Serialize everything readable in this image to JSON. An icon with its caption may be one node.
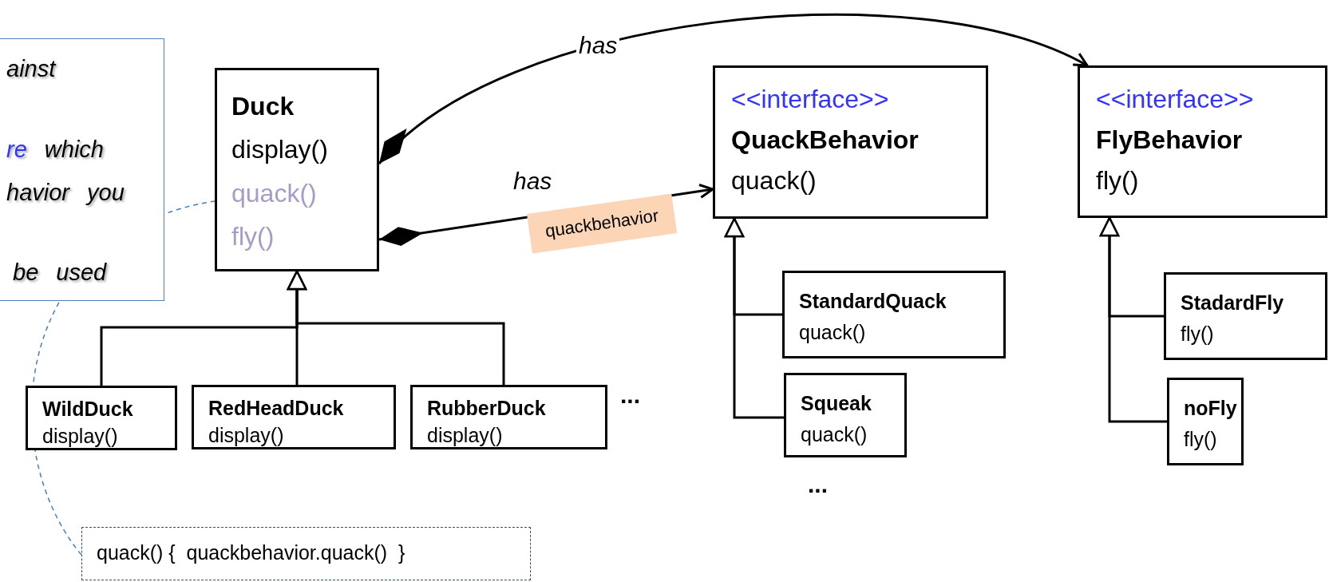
{
  "diagram": {
    "nodes": [
      {
        "text": [
          "ainst",
          "re which",
          "havior you",
          "be used"
        ]
      },
      {
        "text": [
          "Duck",
          "display()",
          "quack()",
          "fly()"
        ]
      },
      {
        "text": [
          "<<interface>>",
          "QuackBehavior",
          "quack()"
        ]
      },
      {
        "text": [
          "<<interface>>",
          "FlyBehavior",
          "fly()"
        ]
      },
      {
        "text": [
          "WildDuck",
          "display()"
        ]
      },
      {
        "text": [
          "RedHeadDuck",
          "display()"
        ]
      },
      {
        "text": [
          "RubberDuck",
          "display()"
        ]
      },
      {
        "text": [
          "StandardQuack",
          "quack()"
        ]
      },
      {
        "text": [
          "Squeak",
          "quack()"
        ]
      },
      {
        "text": [
          "StadardFly",
          "fly()"
        ]
      },
      {
        "text": [
          "noFly",
          "fly()"
        ]
      },
      {
        "text": [
          "quack() {  quackbehavior.quack()  }"
        ]
      }
    ],
    "edges": [
      {
        "from": 1,
        "to": 3,
        "arrow": "to",
        "label": "has"
      },
      {
        "from": 1,
        "to": 2,
        "arrow": "to",
        "label": "has"
      },
      {
        "from": 4,
        "to": 1,
        "arrow": "to"
      },
      {
        "from": 5,
        "to": 1,
        "arrow": "to"
      },
      {
        "from": 6,
        "to": 1,
        "arrow": "to"
      },
      {
        "from": 7,
        "to": 2,
        "arrow": "to"
      },
      {
        "from": 8,
        "to": 2,
        "arrow": "to"
      },
      {
        "from": 9,
        "to": 3,
        "arrow": "to"
      },
      {
        "from": 10,
        "to": 3,
        "arrow": "to"
      },
      {
        "from": 11,
        "to": 1,
        "arrow": "none",
        "style": "dashed",
        "color": "#4a7ebf"
      }
    ],
    "labels": [
      "quackbehavior",
      "...",
      "..."
    ]
  }
}
